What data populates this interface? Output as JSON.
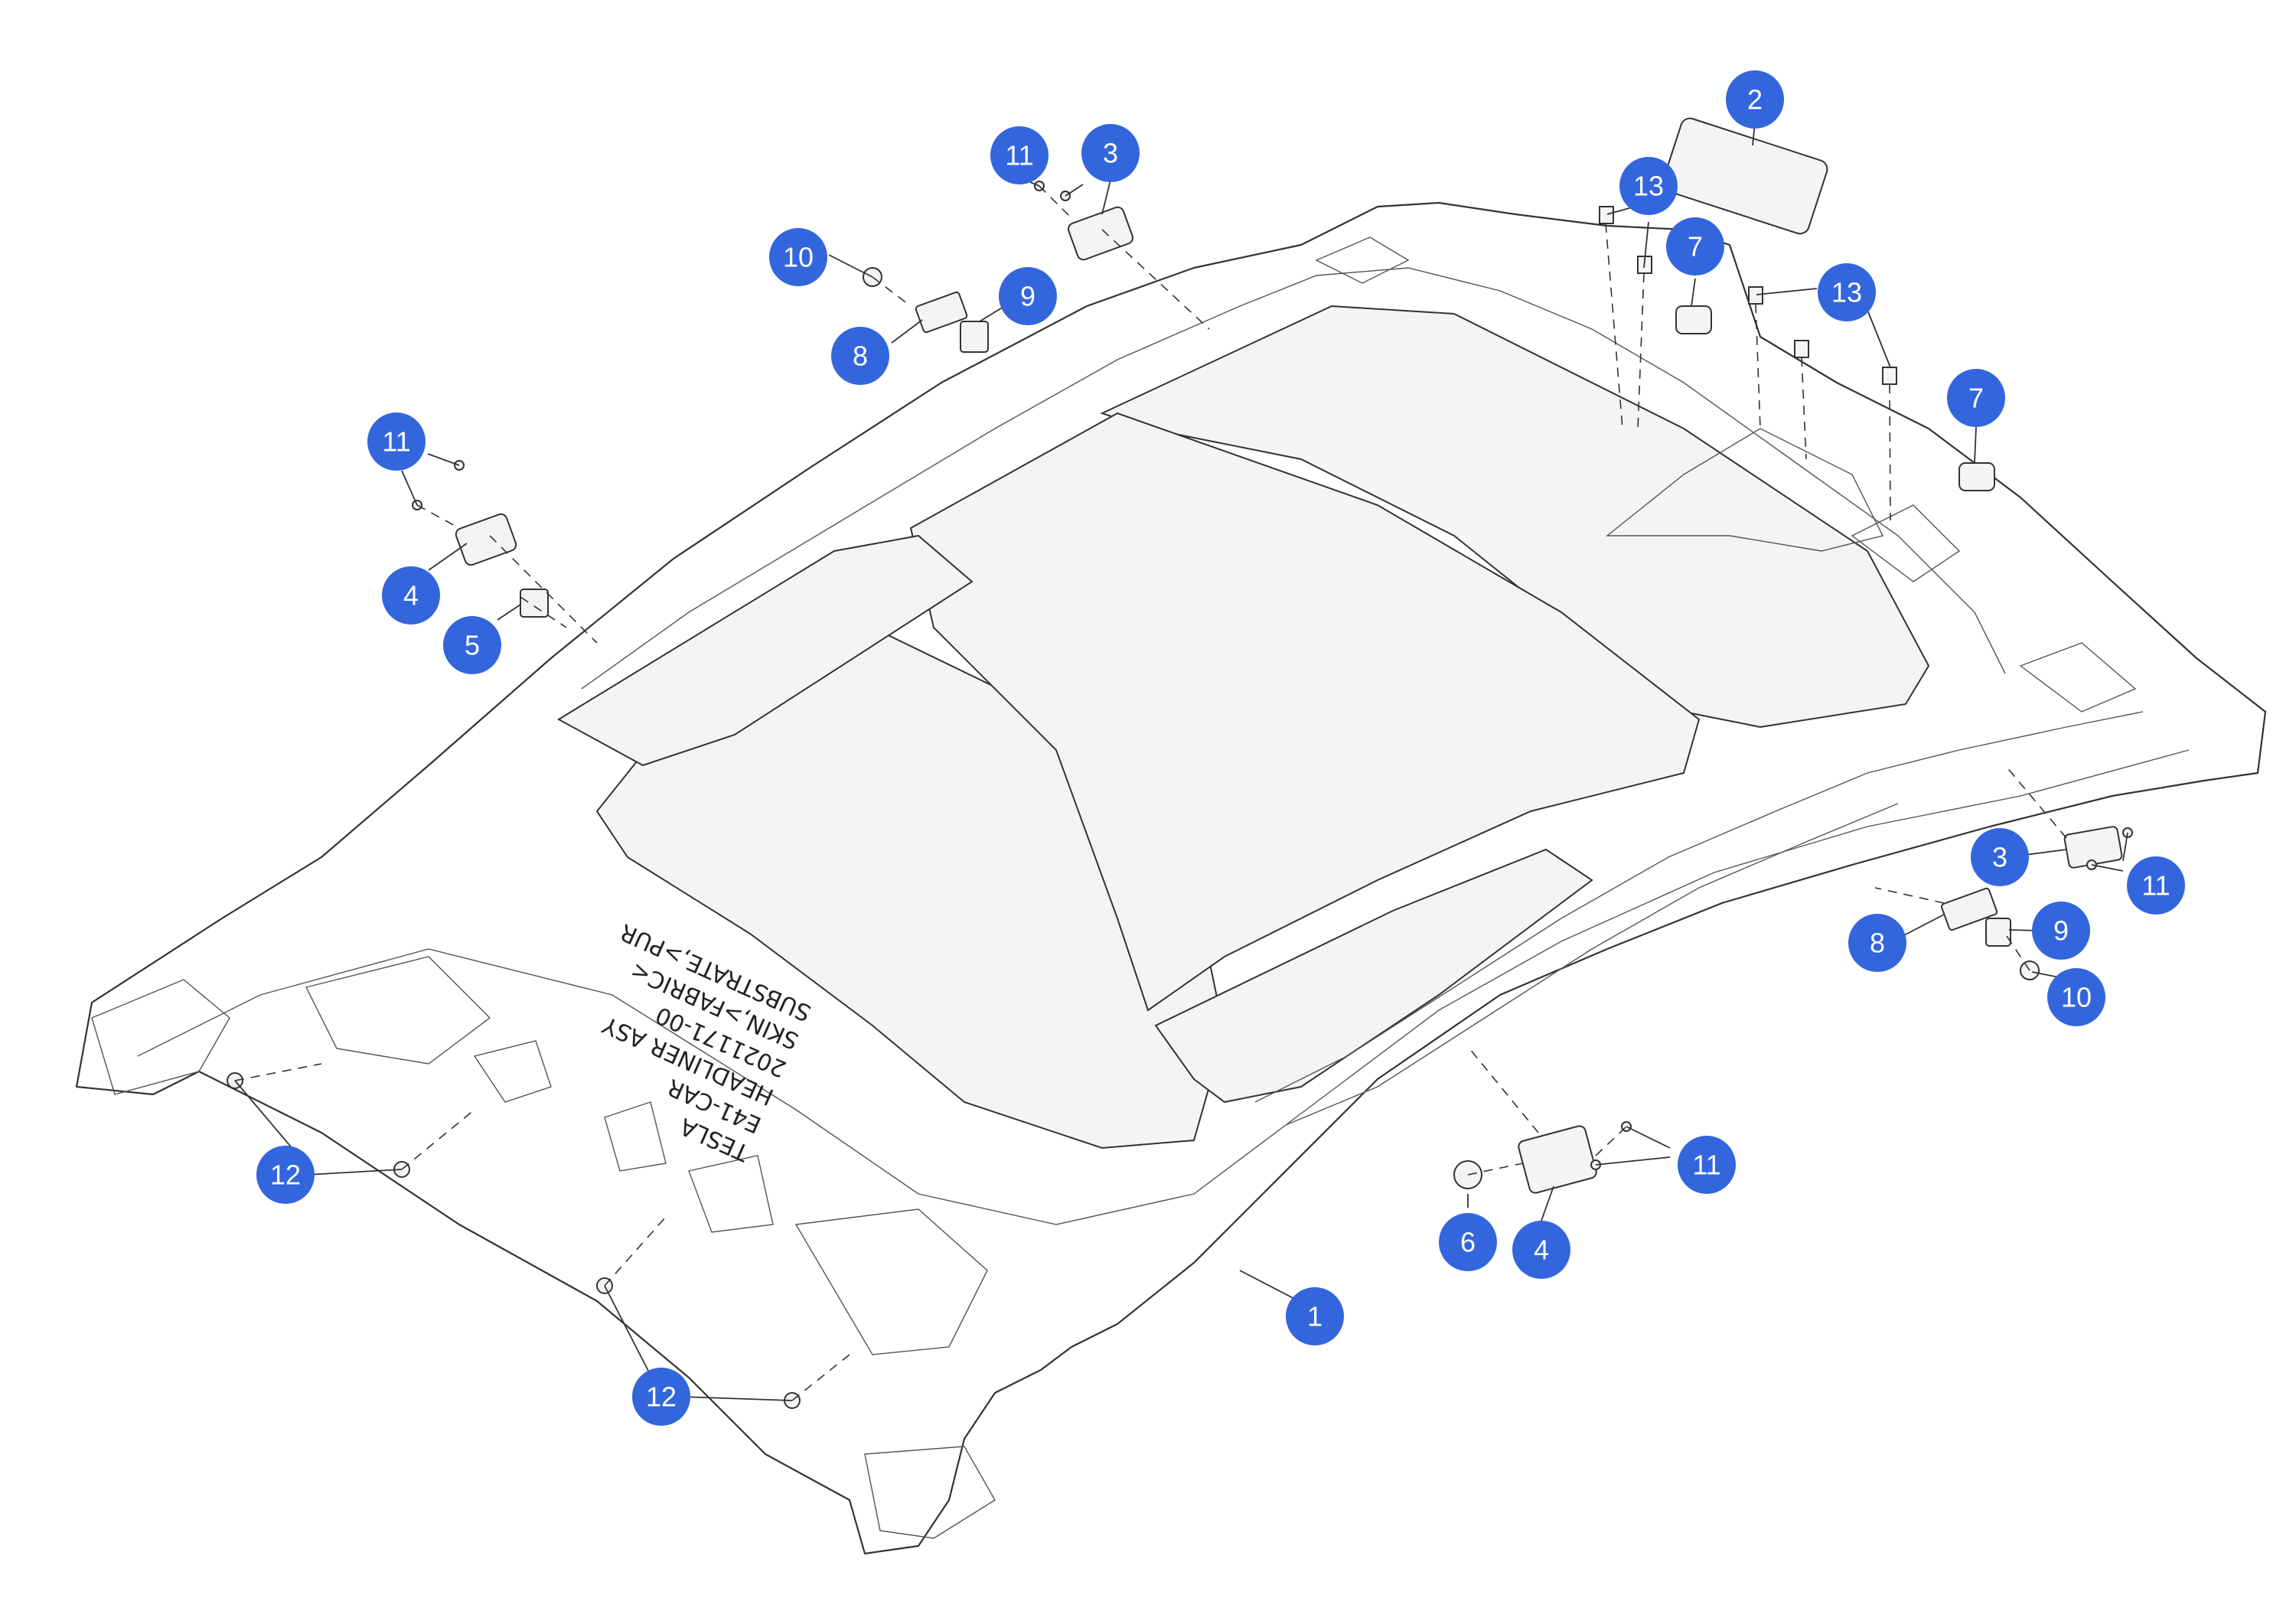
{
  "colors": {
    "callout_fill": "#3366dd",
    "callout_text": "#ffffff",
    "line": "#333333",
    "background": "#ffffff"
  },
  "headliner_label": {
    "lines": [
      "TESLA",
      "E41-CAR",
      "HEADLINER ASY",
      "2021171-00",
      "SKIN,>FABRIC<",
      "SUBSTRATE,>PUR"
    ]
  },
  "callouts": [
    {
      "id": "c1",
      "text": "1"
    },
    {
      "id": "c2",
      "text": "2"
    },
    {
      "id": "c3a",
      "text": "3"
    },
    {
      "id": "c3b",
      "text": "3"
    },
    {
      "id": "c4a",
      "text": "4"
    },
    {
      "id": "c4b",
      "text": "4"
    },
    {
      "id": "c5",
      "text": "5"
    },
    {
      "id": "c6",
      "text": "6"
    },
    {
      "id": "c7a",
      "text": "7"
    },
    {
      "id": "c7b",
      "text": "7"
    },
    {
      "id": "c8a",
      "text": "8"
    },
    {
      "id": "c8b",
      "text": "8"
    },
    {
      "id": "c9a",
      "text": "9"
    },
    {
      "id": "c9b",
      "text": "9"
    },
    {
      "id": "c10a",
      "text": "10"
    },
    {
      "id": "c10b",
      "text": "10"
    },
    {
      "id": "c11a",
      "text": "11"
    },
    {
      "id": "c11b",
      "text": "11"
    },
    {
      "id": "c11c",
      "text": "11"
    },
    {
      "id": "c11d",
      "text": "11"
    },
    {
      "id": "c12a",
      "text": "12"
    },
    {
      "id": "c12b",
      "text": "12"
    },
    {
      "id": "c13a",
      "text": "13"
    },
    {
      "id": "c13b",
      "text": "13"
    }
  ]
}
